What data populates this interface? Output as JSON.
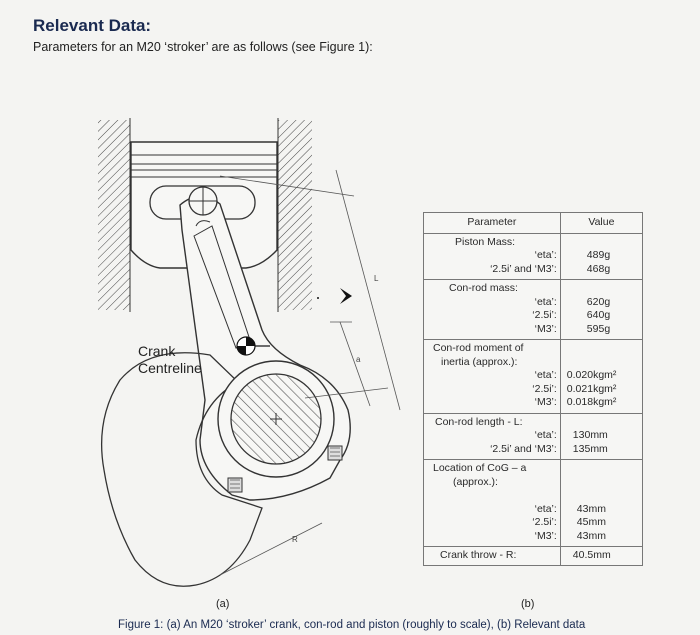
{
  "heading": "Relevant Data:",
  "intro": "Parameters for an M20 ‘stroker’ are as follows (see Figure 1):",
  "figure": {
    "crank_label_line1": "Crank",
    "crank_label_line2": "Centreline",
    "dim_L": "L",
    "dim_a": "a",
    "dim_R": "R",
    "label_a": "(a)",
    "label_b": "(b)",
    "caption": "Figure 1: (a) An M20 ‘stroker’ crank, con-rod and piston (roughly to scale), (b) Relevant data"
  },
  "table": {
    "headers": {
      "parameter": "Parameter",
      "value": "Value"
    },
    "piston_mass": {
      "title": "Piston Mass:",
      "rows": [
        {
          "label": "‘eta’:",
          "value": "489g"
        },
        {
          "label": "‘2.5i’ and ‘M3’:",
          "value": "468g"
        }
      ]
    },
    "conrod_mass": {
      "title": "Con-rod mass:",
      "rows": [
        {
          "label": "‘eta’:",
          "value": "620g"
        },
        {
          "label": "‘2.5i’:",
          "value": "640g"
        },
        {
          "label": "‘M3’:",
          "value": "595g"
        }
      ]
    },
    "conrod_moi": {
      "title1": "Con-rod moment of",
      "title2": "inertia (approx.):",
      "rows": [
        {
          "label": "‘eta’:",
          "value": "0.020kgm²"
        },
        {
          "label": "‘2.5i’:",
          "value": "0.021kgm²"
        },
        {
          "label": "‘M3’:",
          "value": "0.018kgm²"
        }
      ]
    },
    "conrod_length": {
      "title": "Con-rod length - L:",
      "rows": [
        {
          "label": "‘eta’:",
          "value": "130mm"
        },
        {
          "label": "‘2.5i’ and ‘M3’:",
          "value": "135mm"
        }
      ]
    },
    "cog_location": {
      "title1": "Location of CoG – a",
      "title2": "(approx.):",
      "rows": [
        {
          "label": "‘eta’:",
          "value": "43mm"
        },
        {
          "label": "‘2.5i’:",
          "value": "45mm"
        },
        {
          "label": "‘M3’:",
          "value": "43mm"
        }
      ]
    },
    "crank_throw": {
      "label": "Crank throw - R:",
      "value": "40.5mm"
    }
  }
}
